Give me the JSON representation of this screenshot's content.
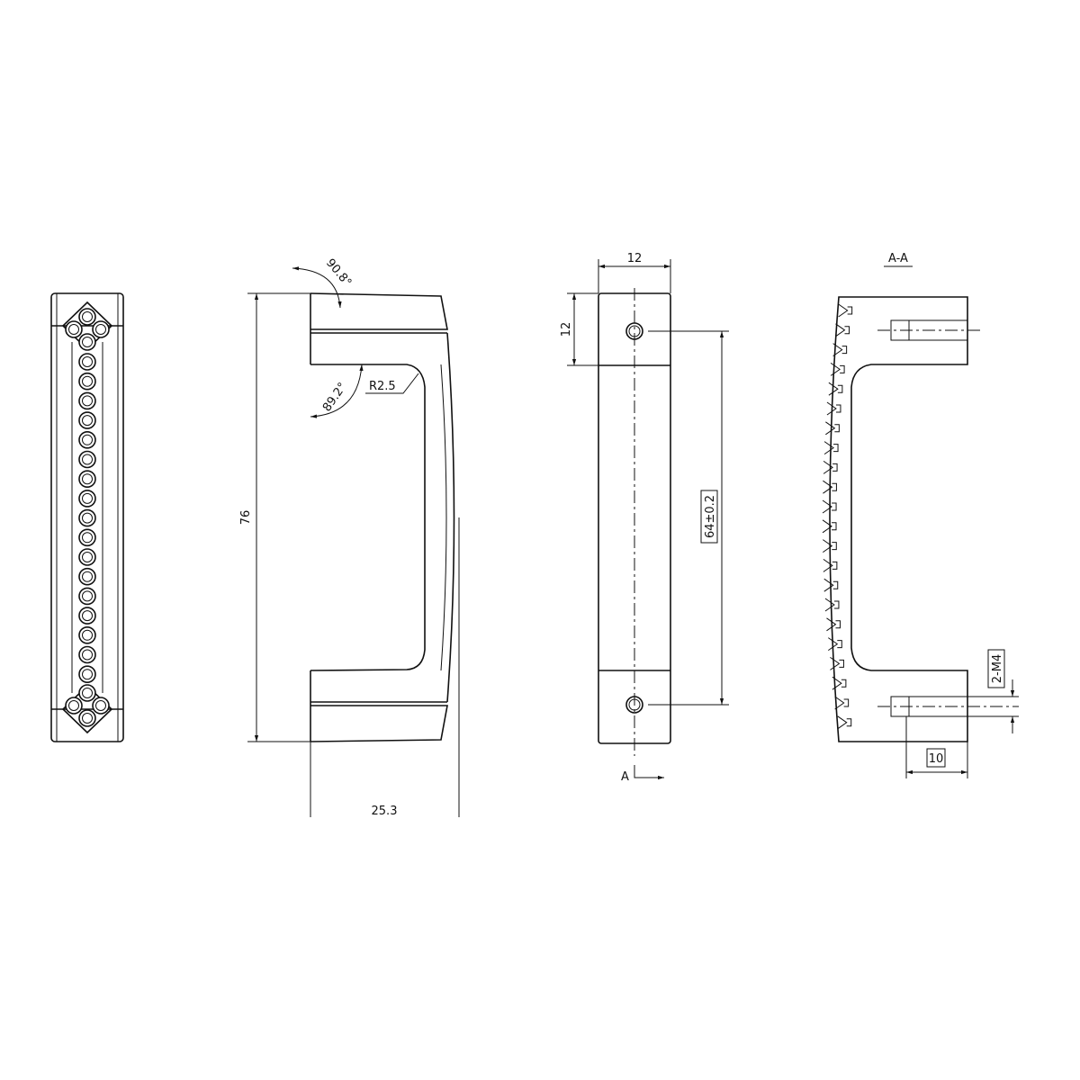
{
  "title": "Handle technical drawing",
  "labels": {
    "height": "76",
    "depth": "25.3",
    "angle_top": "90.8°",
    "angle_inner": "89.2°",
    "radius": "R2.5",
    "width": "12",
    "end_length": "12",
    "hole_pitch": "64±0.2",
    "section_marker": "A",
    "section_title": "A-A",
    "thread": "2-M4",
    "thread_depth": "10"
  },
  "colors": {
    "line": "#111111",
    "background": "#ffffff"
  }
}
